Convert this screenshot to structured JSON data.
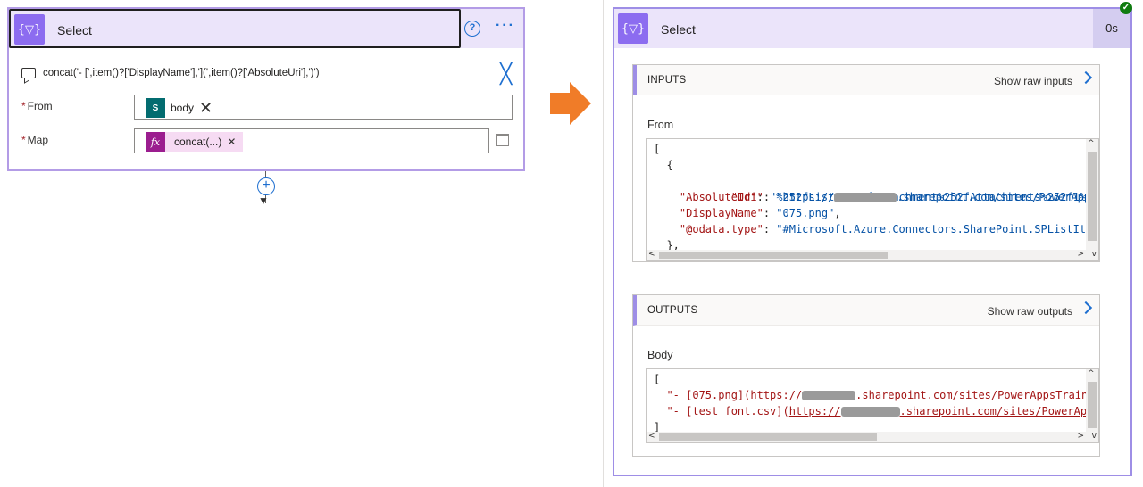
{
  "left_card": {
    "title": "Select",
    "op_icon": "{▽}",
    "comment": "concat('- [',item()?['DisplayName'],'](',item()?['AbsoluteUri'],')')",
    "fields": [
      {
        "label": "From",
        "required": "*",
        "token": "body",
        "token_icon": "sharepoint-icon",
        "icon_text": "S"
      },
      {
        "label": "Map",
        "required": "*",
        "token": "concat(...)",
        "token_icon": "fx-icon",
        "icon_text": "fx"
      }
    ],
    "help_icon": "?",
    "more_icon": "···",
    "close_icon": "╳",
    "add_icon": "+"
  },
  "right_card": {
    "title": "Select",
    "op_icon": "{▽}",
    "duration": "0s",
    "status": "✓",
    "inputs": {
      "title": "INPUTS",
      "show_raw": "Show raw inputs",
      "sub_label": "From",
      "lines": [
        "[",
        "  {",
        "    \"Id\": \"%252fLists%252fAttachment%252fAttachments%252f1%252f075.",
        "    \"AbsoluteUri\": \"https://",
        "    \"DisplayName\": \"075.png\",",
        "    \"@odata.type\": \"#Microsoft.Azure.Connectors.SharePoint.SPListIt",
        "  },"
      ],
      "uri_suffix": ".sharepoint.com/sites/PowerApps"
    },
    "outputs": {
      "title": "OUTPUTS",
      "show_raw": "Show raw outputs",
      "sub_label": "Body",
      "line1_a": "\"- [075.png](https://",
      "line1_b": ".sharepoint.com/sites/PowerAppsTrain",
      "line2_a": "\"- [test_font.csv](",
      "line2_b": "https://",
      "line2_c": ".sharepoint.com/sites/PowerApp",
      "open": "[",
      "close": "]"
    }
  },
  "colors": {
    "accent_purple": "#8c6cf0",
    "header_bg": "#ebe4fa",
    "link_blue": "#1e6fd0",
    "orange_arrow": "#f07c28",
    "success_green": "#107c10"
  }
}
